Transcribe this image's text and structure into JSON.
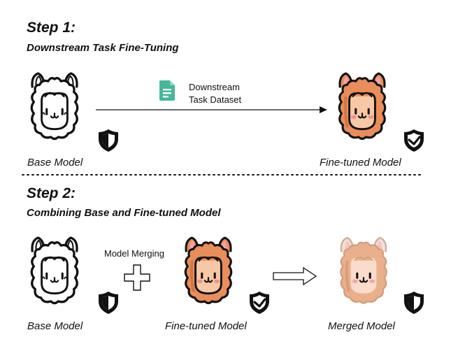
{
  "step1": {
    "title": "Step 1:",
    "subtitle": "Downstream Task Fine-Tuning",
    "dataset_label_line1": "Downstream",
    "dataset_label_line2": "Task Dataset",
    "base_caption": "Base Model",
    "finetuned_caption": "Fine-tuned Model"
  },
  "step2": {
    "title": "Step 2:",
    "subtitle": "Combining Base and Fine-tuned Model",
    "merge_label": "Model Merging",
    "base_caption": "Base Model",
    "finetuned_caption": "Fine-tuned Model",
    "merged_caption": "Merged Model"
  },
  "icons": {
    "document": "document-icon",
    "shield": "shield-icon",
    "shield_check": "shield-check-icon",
    "plus": "plus-icon",
    "arrow": "arrow-right-icon"
  },
  "colors": {
    "alpaca_fur": "#e98d5a",
    "alpaca_fur_dark": "#c96e3e",
    "alpaca_face": "#f7c8a5",
    "alpaca_ear_inner": "#f3a3a3",
    "merged_fur": "#eab08c",
    "merged_face": "#f9dccb",
    "merged_ear_inner": "#f6c3c3",
    "doc_green": "#46b79a",
    "outline": "#111111"
  }
}
